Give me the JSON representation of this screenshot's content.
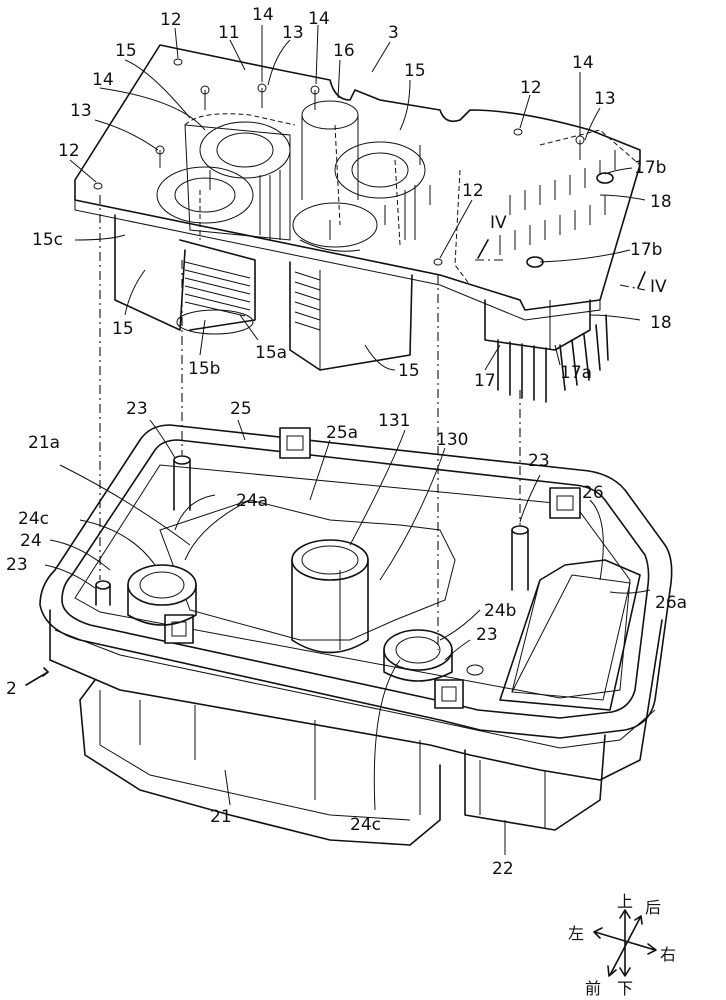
{
  "labels": {
    "n12a": "12",
    "n11": "11",
    "n14a": "14",
    "n13a": "13",
    "n14b": "14",
    "n16": "16",
    "n3": "3",
    "n15a": "15",
    "n14c": "14",
    "n15b": "15",
    "n12b": "12",
    "n14d": "14",
    "n13b": "13",
    "n13c": "13",
    "n12c": "12",
    "n17b1": "17b",
    "n18a": "18",
    "n12d": "12",
    "n4a": "IV",
    "n15c": "15c",
    "n17b2": "17b",
    "n4b": "IV",
    "n15d": "15",
    "n18b": "18",
    "n15b2": "15b",
    "n15a2": "15a",
    "n15e": "15",
    "n17": "17",
    "n17a": "17a",
    "n23a": "23",
    "n25": "25",
    "n25a": "25a",
    "n131": "131",
    "n21a": "21a",
    "n130": "130",
    "n23b": "23",
    "n24a": "24a",
    "n24c1": "24c",
    "n26": "26",
    "n24": "24",
    "n23c": "23",
    "n26a": "26a",
    "n24b": "24b",
    "n2": "2",
    "n23d": "23",
    "n21": "21",
    "n24c2": "24c",
    "n22": "22"
  },
  "compass": {
    "up": "上",
    "back": "后",
    "left": "左",
    "right": "右",
    "front": "前",
    "down": "下"
  }
}
